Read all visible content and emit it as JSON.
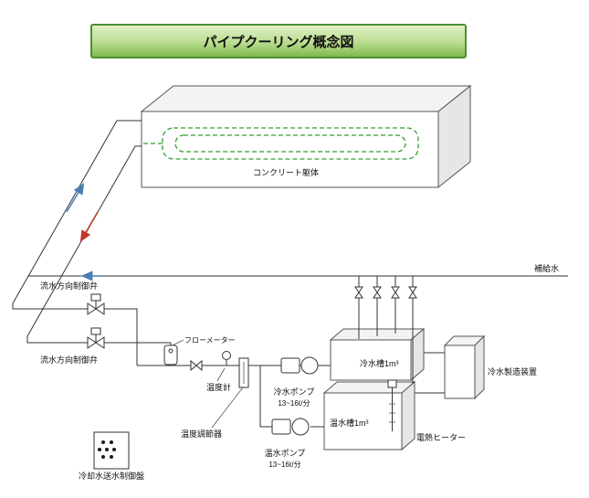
{
  "title": "パイプクーリング概念図",
  "labels": {
    "concrete_body": "コンクリート躯体",
    "makeup_water": "補給水",
    "flow_valve_upper": "流水方向制御弁",
    "flow_valve_lower": "流水方向制御弁",
    "flow_meter": "フローメーター",
    "thermometer": "温度計",
    "temp_controller": "温度調節器",
    "cold_pump": "冷水ポンプ",
    "cold_pump_rate": "13~16ℓ/分",
    "warm_pump": "温水ポンプ",
    "warm_pump_rate": "13~16ℓ/分",
    "cold_tank": "冷水槽1m³",
    "warm_tank": "温水槽1m³",
    "chiller": "冷水製造装置",
    "heater": "電熱ヒーター",
    "control_panel": "冷却水送水制御盤"
  },
  "colors": {
    "pipe": "#333333",
    "coil_green": "#33a02c",
    "arrow_blue": "#4a7fb5",
    "arrow_red": "#c0392b",
    "title_bg_top": "#e2f0cb",
    "title_bg_bottom": "#7ab648",
    "title_border": "#4d8f2f"
  }
}
